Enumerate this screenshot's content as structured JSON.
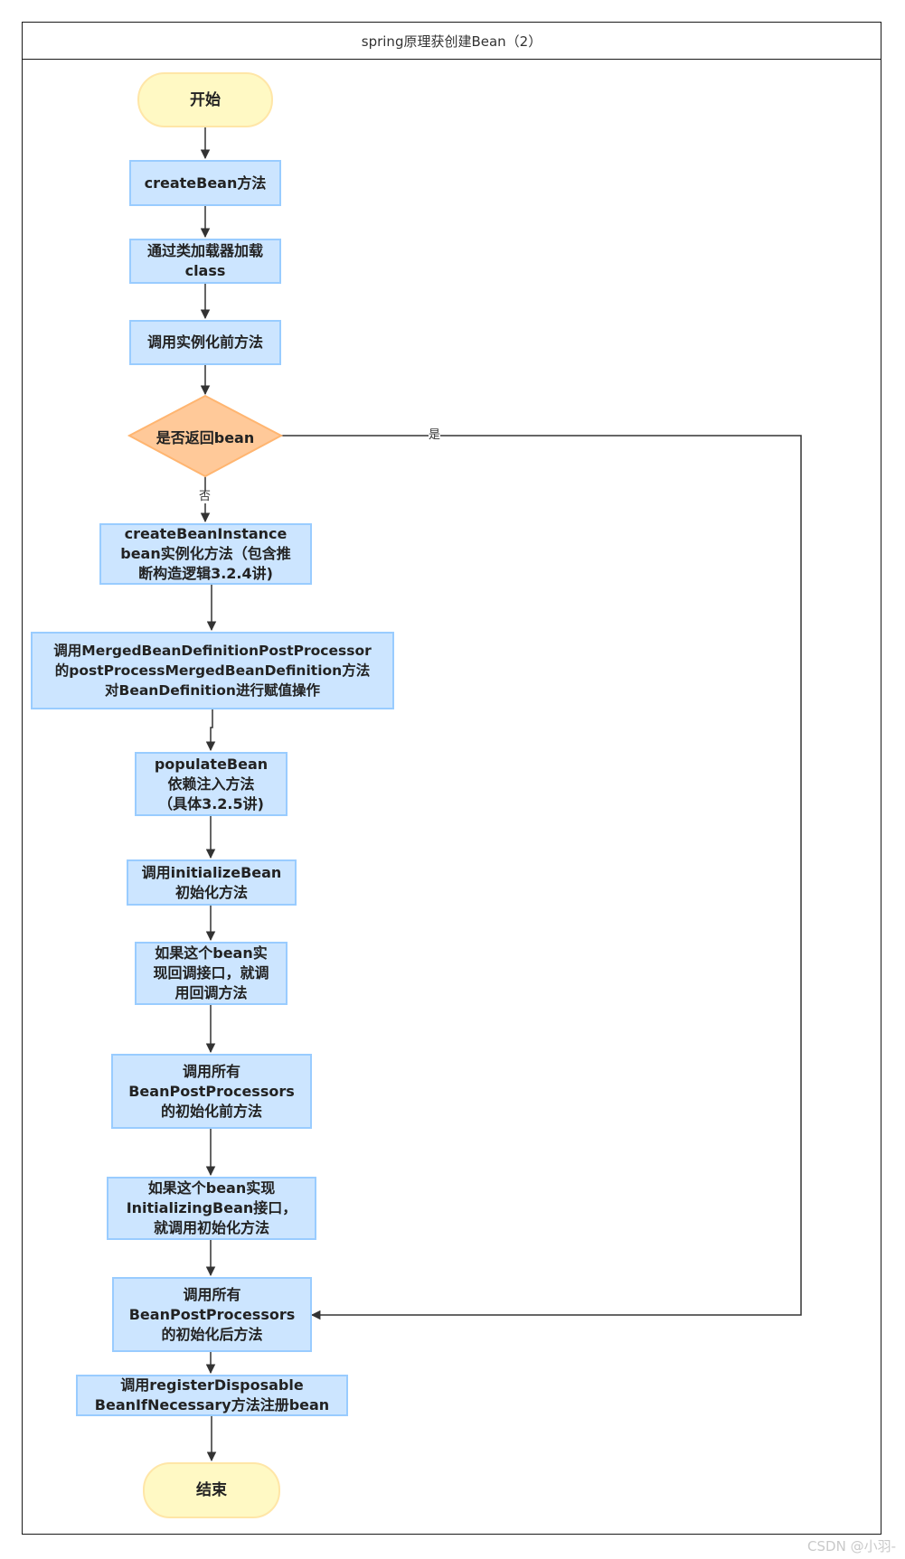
{
  "diagram": {
    "title": "spring原理获创建Bean（2）",
    "nodes": {
      "start": "开始",
      "create_bean": "createBean方法",
      "load_class": "通过类加载器加载\nclass",
      "before_instantiation": "调用实例化前方法",
      "decision": "是否返回bean",
      "create_instance": "createBeanInstance\nbean实例化方法（包含推\n断构造逻辑3.2.4讲)",
      "merged_bd": "调用MergedBeanDefinitionPostProcessor\n的postProcessMergedBeanDefinition方法\n对BeanDefinition进行赋值操作",
      "populate": "populateBean\n依赖注入方法\n（具体3.2.5讲)",
      "initialize_bean": "调用initializeBean\n初始化方法",
      "aware_callback": "如果这个bean实\n现回调接口，就调\n用回调方法",
      "bpp_before": "调用所有\nBeanPostProcessors\n的初始化前方法",
      "initializing_bean": "如果这个bean实现\nInitializingBean接口，\n就调用初始化方法",
      "bpp_after": "调用所有\nBeanPostProcessors\n的初始化后方法",
      "register_disposable": "调用registerDisposable\nBeanIfNecessary方法注册bean",
      "end": "结束"
    },
    "edge_labels": {
      "yes": "是",
      "no": "否"
    },
    "colors": {
      "process_fill": "#cce5ff",
      "process_border": "#99ccff",
      "terminal_fill": "#fff9c4",
      "terminal_border": "#ffe6a7",
      "decision_fill": "#ffc999",
      "decision_border": "#ffb570",
      "line": "#333333"
    }
  },
  "watermark": "CSDN @小羽-"
}
